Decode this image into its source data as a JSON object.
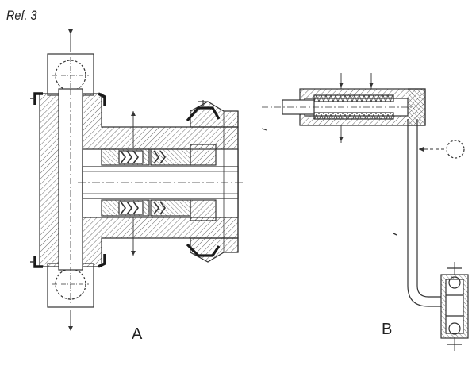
{
  "reference": "Ref. 3",
  "figures": {
    "a": {
      "label": "A"
    },
    "b": {
      "label": "B"
    }
  },
  "colors": {
    "line": "#333333",
    "hatch": "#555555",
    "seal": "#1a1a1a",
    "background": "#ffffff"
  }
}
